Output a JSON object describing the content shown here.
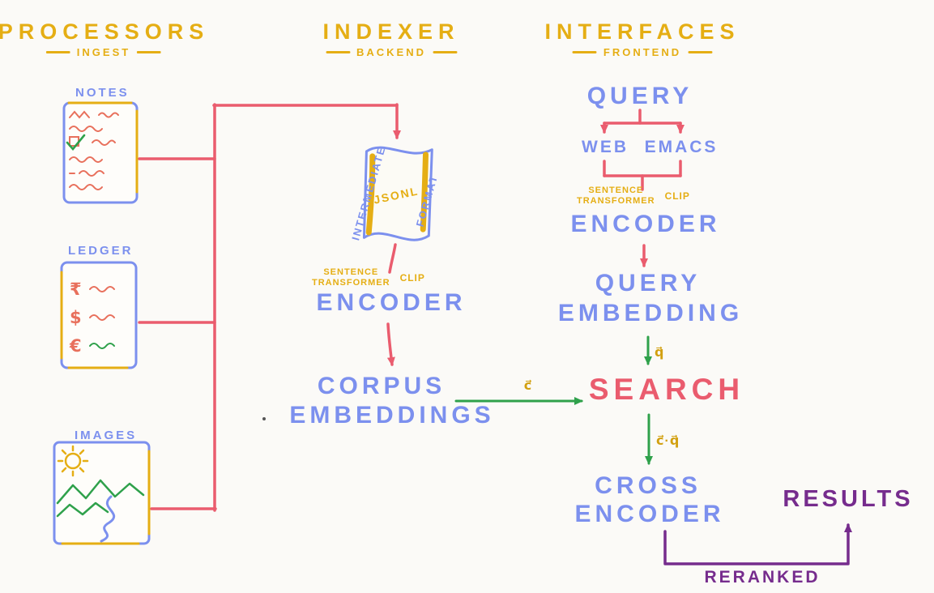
{
  "colors": {
    "background": "#fbfaf7",
    "yellow": "#e5ae14",
    "blue": "#7c90ee",
    "red": "#ea5c6e",
    "green": "#2fa14b",
    "purple": "#762c8d"
  },
  "headers": {
    "processors": {
      "title": "PROCESSORS",
      "subtitle": "INGEST"
    },
    "indexer": {
      "title": "INDEXER",
      "subtitle": "BACKEND"
    },
    "interfaces": {
      "title": "INTERFACES",
      "subtitle": "FRONTEND"
    }
  },
  "processors": {
    "notes_label": "NOTES",
    "ledger_label": "LEDGER",
    "images_label": "IMAGES",
    "ledger_symbols": {
      "rupee": "₹",
      "dollar": "$",
      "euro": "€"
    }
  },
  "scroll": {
    "left_text": "INTERMEDIATE",
    "center_text": "JSONL",
    "right_text": "FORMAT"
  },
  "model": {
    "line1": "SENTENCE",
    "line2": "TRANSFORMER",
    "alt": "CLIP"
  },
  "indexer": {
    "encoder": "ENCODER",
    "corpus_line1": "CORPUS",
    "corpus_line2": "EMBEDDINGS"
  },
  "interfaces": {
    "query": "QUERY",
    "web": "WEB",
    "emacs": "EMACS",
    "encoder": "ENCODER",
    "embedding_line1": "QUERY",
    "embedding_line2": "EMBEDDING",
    "search": "SEARCH",
    "cross_line1": "CROSS",
    "cross_line2": "ENCODER",
    "results": "RESULTS",
    "reranked": "RERANKED"
  },
  "edge_labels": {
    "corpus_vector": "c⃗",
    "query_vector": "q⃗",
    "dot_product": "c⃗·q⃗"
  }
}
